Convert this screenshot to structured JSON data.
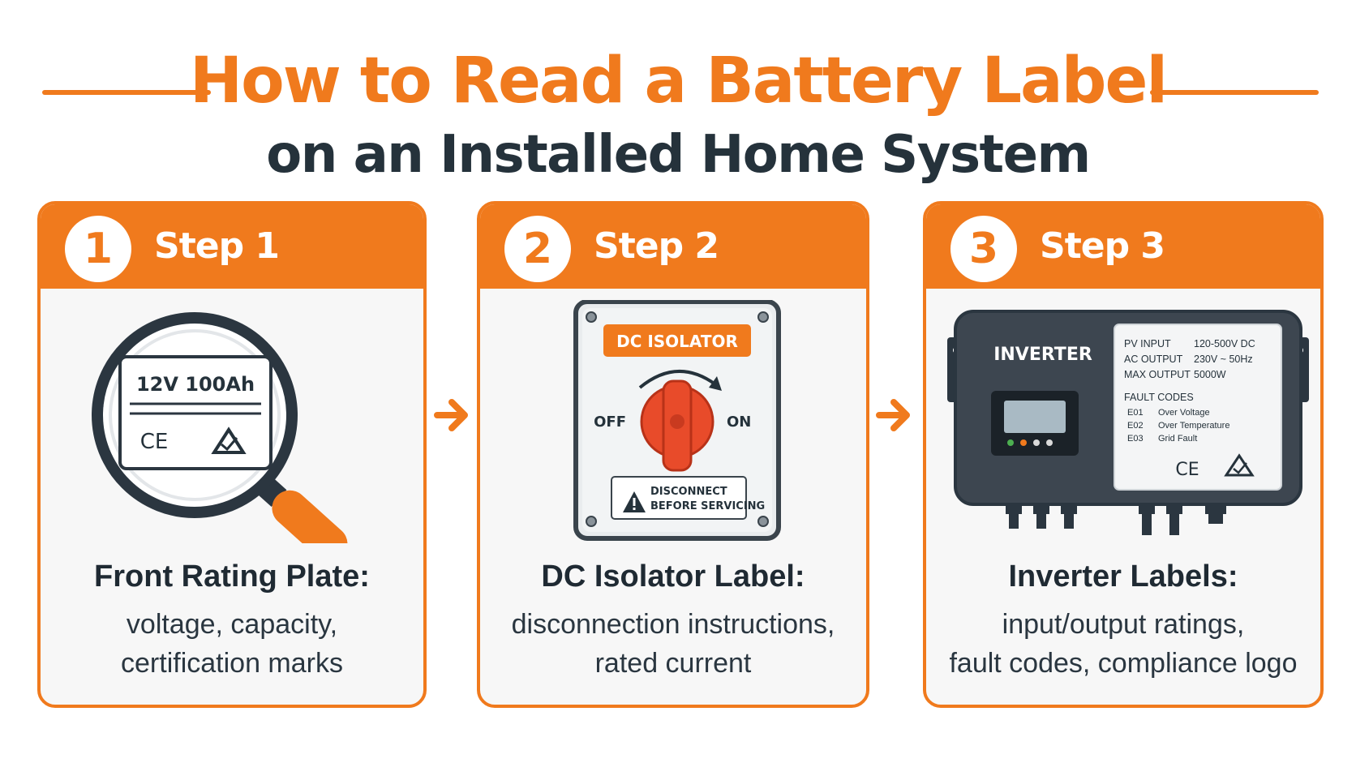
{
  "title": {
    "line1": "How to Read a Battery Label",
    "line2": "on an Installed Home System"
  },
  "colors": {
    "accent": "#f07a1d",
    "dark": "#25323b",
    "card_bg": "#f7f7f7",
    "red": "#e84b2a"
  },
  "steps": [
    {
      "number": "1",
      "label": "Step 1",
      "plate": {
        "rating": "12V 100Ah",
        "mark": "CE"
      },
      "heading": "Front Rating Plate:",
      "desc_lines": [
        "voltage, capacity,",
        "certification marks"
      ],
      "icon": "magnifier-icon"
    },
    {
      "number": "2",
      "label": "Step 2",
      "isolator": {
        "title": "DC ISOLATOR",
        "off": "OFF",
        "on": "ON",
        "warning_lines": [
          "DISCONNECT",
          "BEFORE SERVICING"
        ]
      },
      "heading": "DC Isolator Label:",
      "desc_lines": [
        "disconnection instructions,",
        "rated current"
      ],
      "icon": "isolator-switch-icon"
    },
    {
      "number": "3",
      "label": "Step 3",
      "inverter": {
        "name": "INVERTER",
        "specs": [
          {
            "key": "PV INPUT",
            "value": "120-500V DC"
          },
          {
            "key": "AC OUTPUT",
            "value": "230V ~ 50Hz"
          },
          {
            "key": "MAX OUTPUT",
            "value": "5000W"
          }
        ],
        "fault_title": "FAULT CODES",
        "faults": [
          {
            "code": "E01",
            "text": "Over Voltage"
          },
          {
            "code": "E02",
            "text": "Over Temperature"
          },
          {
            "code": "E03",
            "text": "Grid Fault"
          }
        ],
        "mark": "CE"
      },
      "heading": "Inverter Labels:",
      "desc_lines": [
        "input/output ratings,",
        "fault codes, compliance logo"
      ],
      "icon": "inverter-icon"
    }
  ]
}
